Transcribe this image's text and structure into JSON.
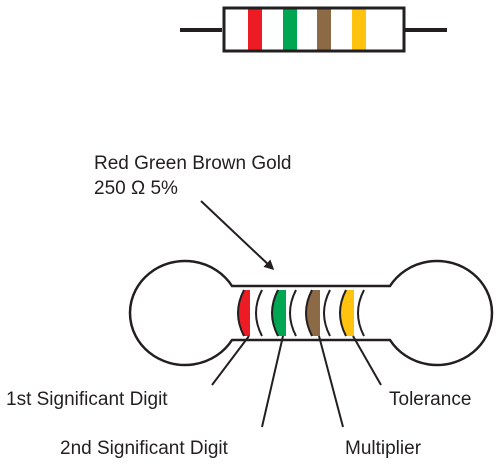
{
  "top_resistor": {
    "bands": [
      {
        "name": "band-1",
        "color": "#ed1c24"
      },
      {
        "name": "band-2",
        "color": "#00a651"
      },
      {
        "name": "band-3",
        "color": "#8b6a45"
      },
      {
        "name": "band-4",
        "color": "#ffc20e"
      }
    ]
  },
  "caption": {
    "line1": "Red Green Brown Gold",
    "line2": "250 Ω 5%"
  },
  "bottom_resistor": {
    "bands": [
      {
        "name": "band-1",
        "color": "#ed1c24"
      },
      {
        "name": "band-2",
        "color": "#00a651"
      },
      {
        "name": "band-3",
        "color": "#8b6a45"
      },
      {
        "name": "band-4",
        "color": "#ffc20e"
      }
    ]
  },
  "labels": {
    "first_digit": "1st Significant Digit",
    "second_digit": "2nd Significant Digit",
    "multiplier": "Multiplier",
    "tolerance": "Tolerance"
  },
  "colors": {
    "stroke": "#231f20"
  }
}
